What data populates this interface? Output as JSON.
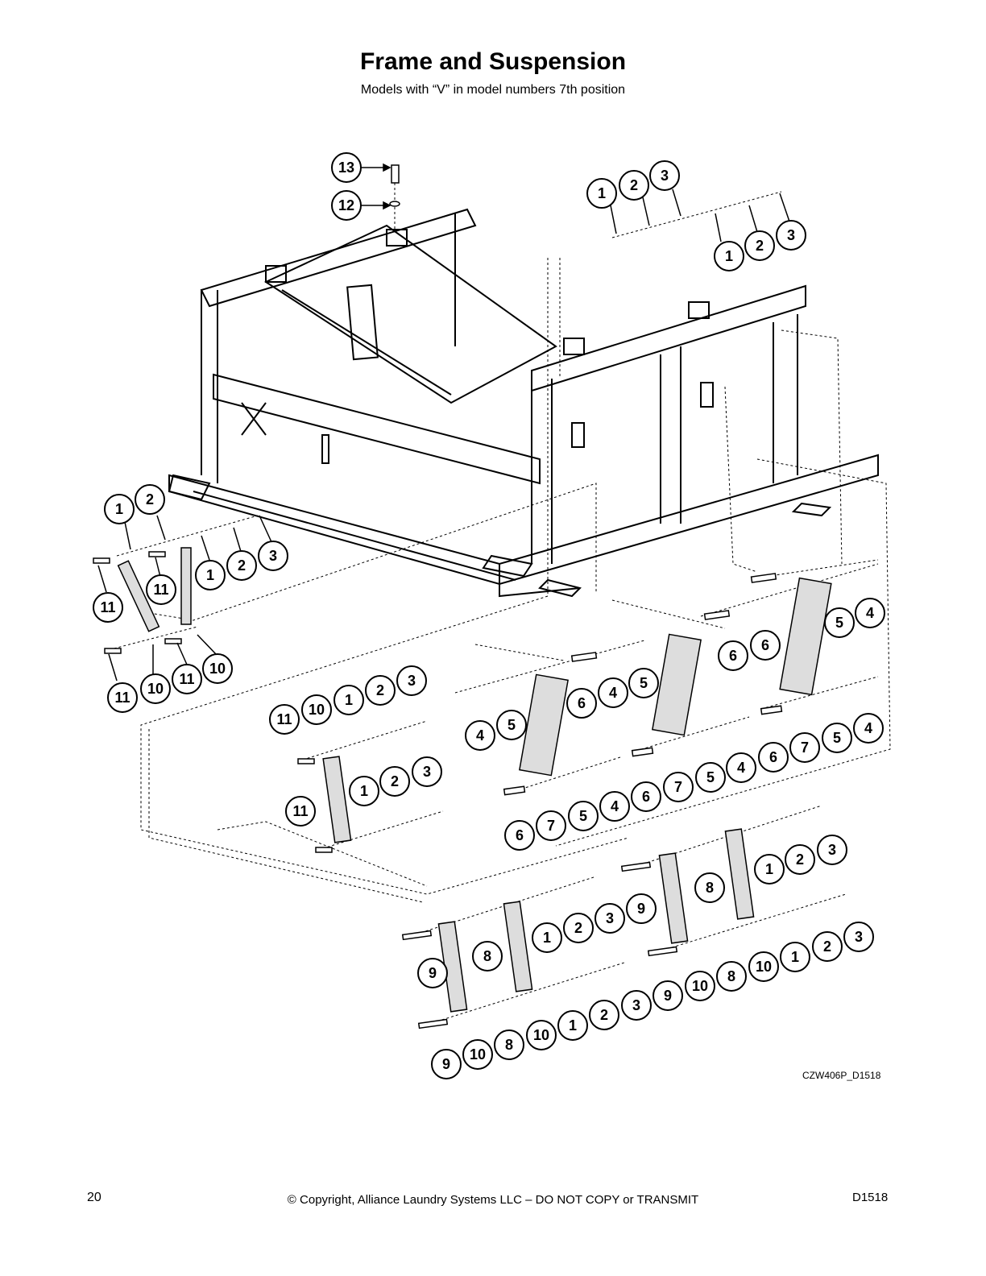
{
  "header": {
    "title": "Frame and Suspension",
    "subtitle": "Models with “V” in model numbers 7th position"
  },
  "diagram": {
    "drawing_code": "CZW406P_D1518"
  },
  "footer": {
    "page_number": "20",
    "copyright": "© Copyright, Alliance Laundry Systems LLC – DO NOT COPY or TRANSMIT",
    "document_id": "D1518"
  }
}
